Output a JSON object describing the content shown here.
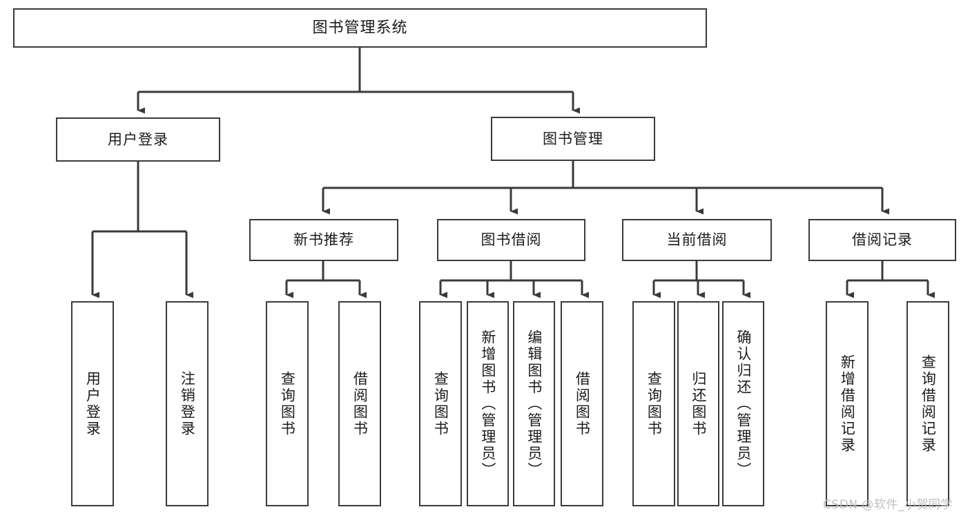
{
  "diagram": {
    "type": "tree-hierarchy",
    "title": "图书管理系统",
    "watermark": "CSDN @软件_小贺同学",
    "style": {
      "stroke_color": "#3a3a3a",
      "fill_color": "#ffffff",
      "text_color": "#1b1b1b",
      "watermark_color": "#bfbfbf"
    },
    "nodes": {
      "root": {
        "label": "图书管理系统",
        "level": 1
      },
      "l2_1": {
        "label": "用户登录",
        "level": 2
      },
      "l2_2": {
        "label": "图书管理",
        "level": 2
      },
      "l3_1": {
        "label": "新书推荐",
        "level": 3
      },
      "l3_2": {
        "label": "图书借阅",
        "level": 3
      },
      "l3_3": {
        "label": "当前借阅",
        "level": 3
      },
      "l3_4": {
        "label": "借阅记录",
        "level": 3
      },
      "leaf_1": {
        "label": "用户登录",
        "level": 4
      },
      "leaf_2": {
        "label": "注销登录",
        "level": 4
      },
      "leaf_3": {
        "label": "查询图书",
        "level": 4
      },
      "leaf_4": {
        "label": "借阅图书",
        "level": 4
      },
      "leaf_5": {
        "label": "查询图书",
        "level": 4
      },
      "leaf_6": {
        "label": "新增图书（管理员）",
        "level": 4
      },
      "leaf_7": {
        "label": "编辑图书（管理员）",
        "level": 4
      },
      "leaf_8": {
        "label": "借阅图书",
        "level": 4
      },
      "leaf_9": {
        "label": "查询图书",
        "level": 4
      },
      "leaf_10": {
        "label": "归还图书",
        "level": 4
      },
      "leaf_11": {
        "label": "确认归还（管理员）",
        "level": 4
      },
      "leaf_12": {
        "label": "新增借阅记录",
        "level": 4
      },
      "leaf_13": {
        "label": "查询借阅记录",
        "level": 4
      }
    },
    "edges": [
      {
        "from": "root",
        "to": "l2_1"
      },
      {
        "from": "root",
        "to": "l2_2"
      },
      {
        "from": "l2_1",
        "to": "leaf_1"
      },
      {
        "from": "l2_1",
        "to": "leaf_2"
      },
      {
        "from": "l2_2",
        "to": "l3_1"
      },
      {
        "from": "l2_2",
        "to": "l3_2"
      },
      {
        "from": "l2_2",
        "to": "l3_3"
      },
      {
        "from": "l2_2",
        "to": "l3_4"
      },
      {
        "from": "l3_1",
        "to": "leaf_3"
      },
      {
        "from": "l3_1",
        "to": "leaf_4"
      },
      {
        "from": "l3_2",
        "to": "leaf_5"
      },
      {
        "from": "l3_2",
        "to": "leaf_6"
      },
      {
        "from": "l3_2",
        "to": "leaf_7"
      },
      {
        "from": "l3_2",
        "to": "leaf_8"
      },
      {
        "from": "l3_3",
        "to": "leaf_9"
      },
      {
        "from": "l3_3",
        "to": "leaf_10"
      },
      {
        "from": "l3_3",
        "to": "leaf_11"
      },
      {
        "from": "l3_4",
        "to": "leaf_12"
      },
      {
        "from": "l3_4",
        "to": "leaf_13"
      }
    ]
  }
}
